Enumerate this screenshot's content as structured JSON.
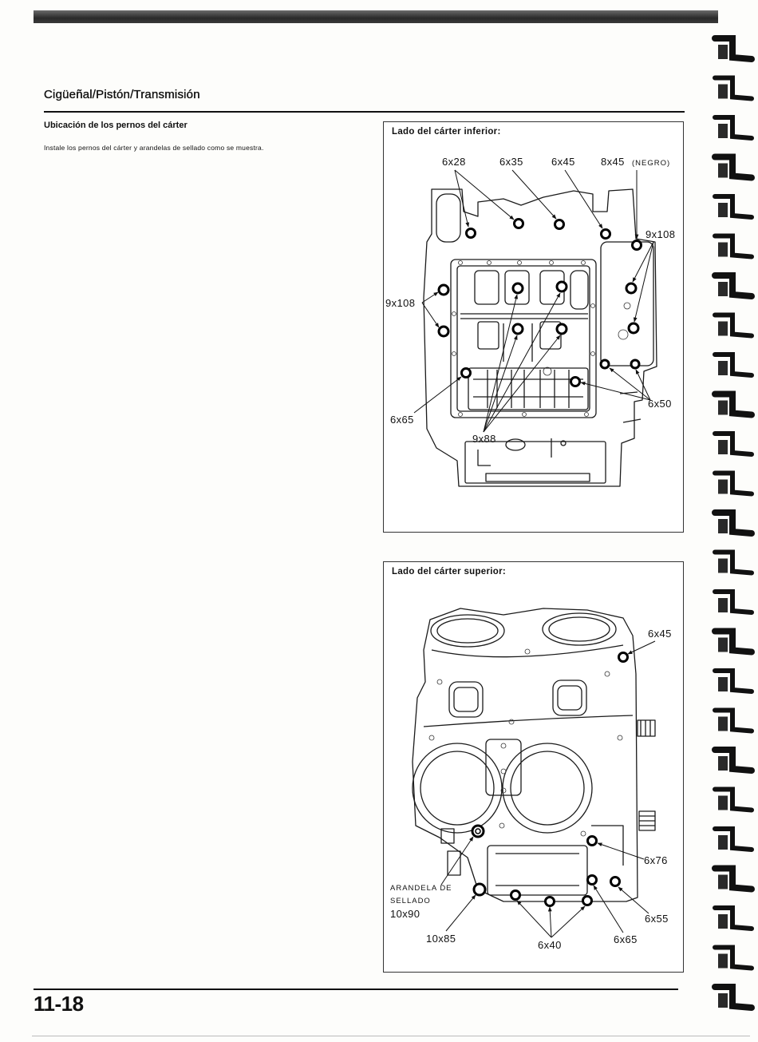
{
  "header": {
    "section_title": "Cigüeñal/Pistón/Transmisión"
  },
  "content": {
    "heading": "Ubicación de los pernos del cárter",
    "instruction": "Instale los pernos del cárter y arandelas de sellado como se muestra."
  },
  "figure_lower": {
    "caption": "Lado del cárter inferior:",
    "labels": {
      "b6x28": "6x28",
      "b6x35": "6x35",
      "b6x45": "6x45",
      "b8x45": "8x45",
      "b8x45_note": "(NEGRO)",
      "b9x108_right": "9x108",
      "b9x108_left": "9x108",
      "b6x50": "6x50",
      "b6x65": "6x65",
      "b9x88": "9x88"
    }
  },
  "figure_upper": {
    "caption": "Lado del cárter superior:",
    "labels": {
      "b6x45": "6x45",
      "b6x76": "6x76",
      "washer_line1": "ARANDELA DE",
      "washer_line2": "SELLADO",
      "b10x90": "10x90",
      "b6x55": "6x55",
      "b10x85": "10x85",
      "b6x40": "6x40",
      "b6x65": "6x65"
    }
  },
  "footer": {
    "page_number": "11-18"
  }
}
